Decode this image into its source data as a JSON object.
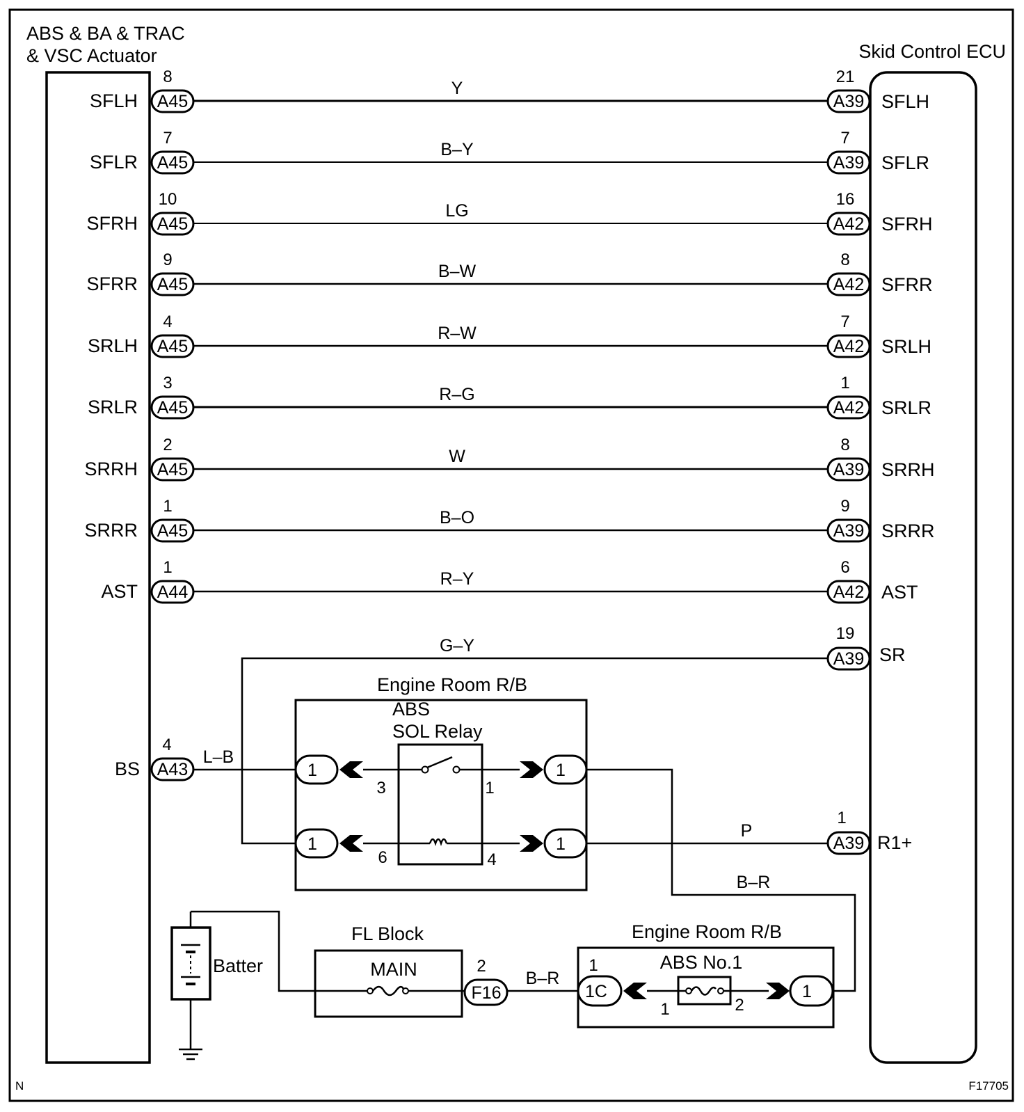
{
  "actuator": {
    "title_line1": "ABS & BA & TRAC",
    "title_line2": "& VSC Actuator"
  },
  "ecu": {
    "title": "Skid Control ECU"
  },
  "circuits": [
    {
      "left_sig": "SFLH",
      "left_pin": "8",
      "left_conn": "A45",
      "wire": "Y",
      "right_pin": "21",
      "right_conn": "A39",
      "right_sig": "SFLH"
    },
    {
      "left_sig": "SFLR",
      "left_pin": "7",
      "left_conn": "A45",
      "wire": "B–Y",
      "right_pin": "7",
      "right_conn": "A39",
      "right_sig": "SFLR"
    },
    {
      "left_sig": "SFRH",
      "left_pin": "10",
      "left_conn": "A45",
      "wire": "LG",
      "right_pin": "16",
      "right_conn": "A42",
      "right_sig": "SFRH"
    },
    {
      "left_sig": "SFRR",
      "left_pin": "9",
      "left_conn": "A45",
      "wire": "B–W",
      "right_pin": "8",
      "right_conn": "A42",
      "right_sig": "SFRR"
    },
    {
      "left_sig": "SRLH",
      "left_pin": "4",
      "left_conn": "A45",
      "wire": "R–W",
      "right_pin": "7",
      "right_conn": "A42",
      "right_sig": "SRLH"
    },
    {
      "left_sig": "SRLR",
      "left_pin": "3",
      "left_conn": "A45",
      "wire": "R–G",
      "right_pin": "1",
      "right_conn": "A42",
      "right_sig": "SRLR"
    },
    {
      "left_sig": "SRRH",
      "left_pin": "2",
      "left_conn": "A45",
      "wire": "W",
      "right_pin": "8",
      "right_conn": "A39",
      "right_sig": "SRRH"
    },
    {
      "left_sig": "SRRR",
      "left_pin": "1",
      "left_conn": "A45",
      "wire": "B–O",
      "right_pin": "9",
      "right_conn": "A39",
      "right_sig": "SRRR"
    },
    {
      "left_sig": "AST",
      "left_pin": "1",
      "left_conn": "A44",
      "wire": "R–Y",
      "right_pin": "6",
      "right_conn": "A42",
      "right_sig": "AST"
    }
  ],
  "sr": {
    "wire": "G–Y",
    "pin": "19",
    "conn": "A39",
    "sig": "SR"
  },
  "bs": {
    "sig": "BS",
    "pin": "4",
    "conn": "A43",
    "wire": "L–B"
  },
  "relay_box": {
    "title": "Engine Room R/B",
    "relay_label1": "ABS",
    "relay_label2": "SOL Relay",
    "in_conn_top": "1",
    "in_conn_bottom": "1",
    "out_conn_top": "1",
    "out_conn_bottom": "1",
    "pin_3": "3",
    "pin_1": "1",
    "pin_6": "6",
    "pin_4": "4"
  },
  "r1": {
    "wire": "P",
    "pin": "1",
    "conn": "A39",
    "sig": "R1+"
  },
  "br_upper": {
    "wire": "B–R"
  },
  "battery": {
    "label": "Batter"
  },
  "fl_block": {
    "title": "FL Block",
    "fuse": "MAIN",
    "pin": "2",
    "conn": "F16"
  },
  "br_lower": {
    "wire": "B–R"
  },
  "fuse_box": {
    "title": "Engine Room R/B",
    "fuse": "ABS No.1",
    "in_pin": "1",
    "in_conn": "1C",
    "fuse_pin_1": "1",
    "fuse_pin_2": "2",
    "out_conn": "1"
  },
  "footer": {
    "left_mark": "N",
    "figure_id": "F17705"
  }
}
